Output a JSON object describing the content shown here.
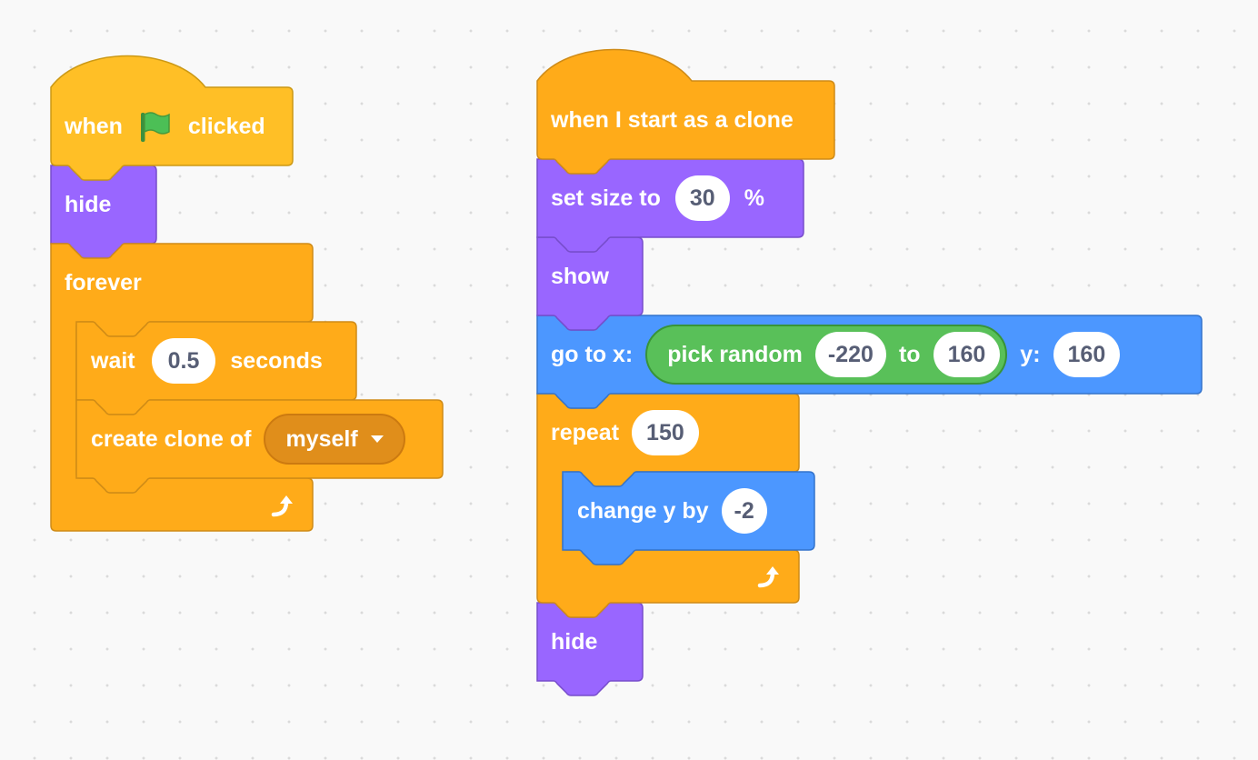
{
  "colors": {
    "events": "#ffbf26",
    "control": "#ffab19",
    "looks": "#9966ff",
    "motion": "#4c97ff",
    "operators": "#59c059",
    "workspace": "#f9f9f9"
  },
  "script_left": {
    "hat": {
      "before_flag": "when",
      "flag_icon": "green-flag-icon",
      "after_flag": "clicked"
    },
    "hide": {
      "label": "hide"
    },
    "forever": {
      "label": "forever"
    },
    "wait": {
      "label": "wait",
      "value": "0.5",
      "suffix": "seconds"
    },
    "create_clone": {
      "label": "create clone of",
      "dropdown_value": "myself",
      "dropdown_icon": "caret-down-icon"
    },
    "loop_icon": "loop-arrow-icon"
  },
  "script_right": {
    "hat": {
      "label": "when I start as a clone"
    },
    "set_size": {
      "label": "set size to",
      "value": "30",
      "suffix": "%"
    },
    "show": {
      "label": "show"
    },
    "go_to": {
      "label": "go to x:",
      "random": {
        "label": "pick random",
        "from": "-220",
        "to_label": "to",
        "to": "160"
      },
      "y_label": "y:",
      "y_value": "160"
    },
    "repeat": {
      "label": "repeat",
      "value": "150"
    },
    "change_y": {
      "label": "change y by",
      "value": "-2"
    },
    "hide": {
      "label": "hide"
    },
    "loop_icon": "loop-arrow-icon"
  }
}
